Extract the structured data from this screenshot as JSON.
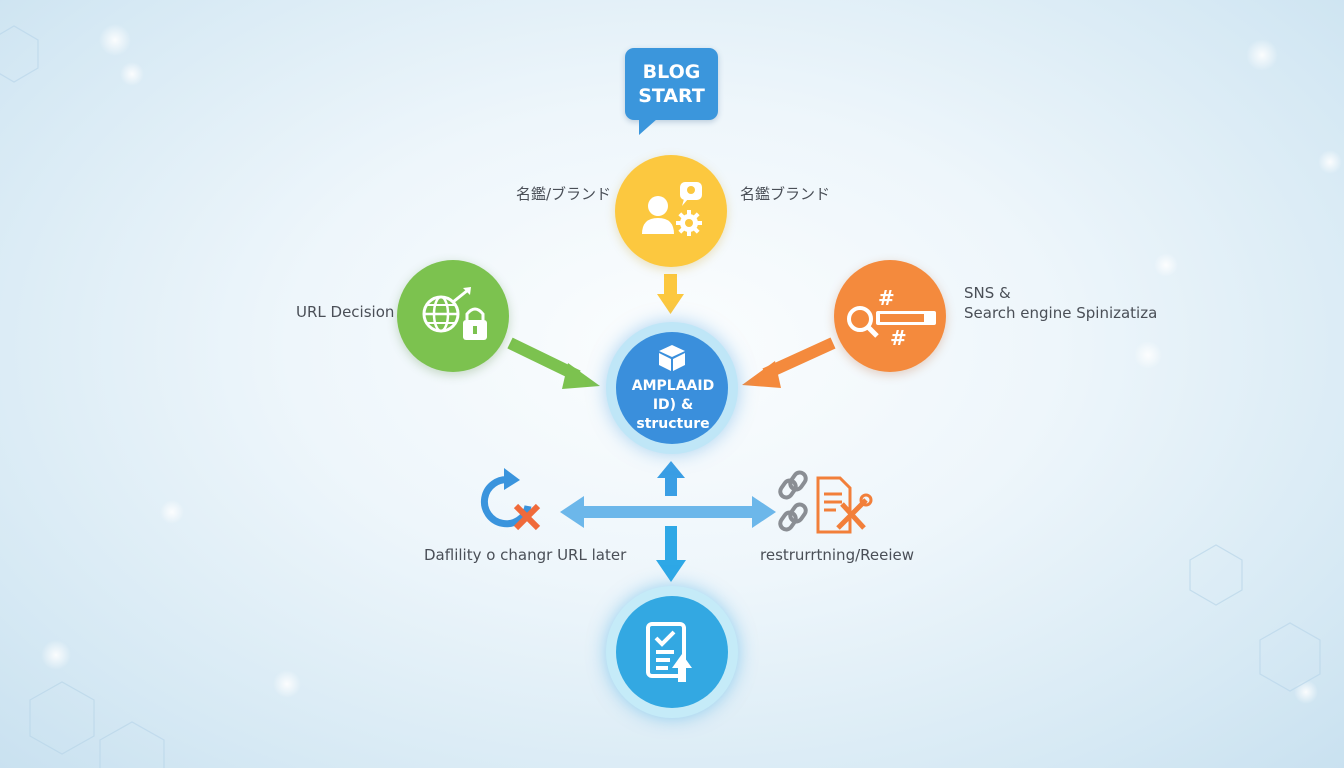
{
  "start_bubble": {
    "line1": "BLOG",
    "line2": "START"
  },
  "top_node": {
    "icon": "user-gear-icon",
    "color": "#fcc83f",
    "left_label": "名鑑/ブランド",
    "right_label": "名鑑ブランド"
  },
  "left_node": {
    "icon": "globe-lock-icon",
    "color": "#7cc24f",
    "label": "URL Decision"
  },
  "right_node": {
    "icon": "search-hashtag-icon",
    "color": "#f48a3d",
    "label_line1": "SNS &",
    "label_line2": "Search engine Spinizatiza"
  },
  "center_node": {
    "icon": "box-icon",
    "color": "#3a8fdc",
    "line1": "AMPLAAID",
    "line2": "ID) &",
    "line3": "structure"
  },
  "bottom_left": {
    "icon": "refresh-cross-icon",
    "label": "Daflility o changr URL later"
  },
  "bottom_right": {
    "icon": "link-wrench-document-icon",
    "label": "restrurrtning/Reeiew"
  },
  "bottom_node": {
    "icon": "checklist-upload-icon",
    "color": "#33a8e2"
  }
}
